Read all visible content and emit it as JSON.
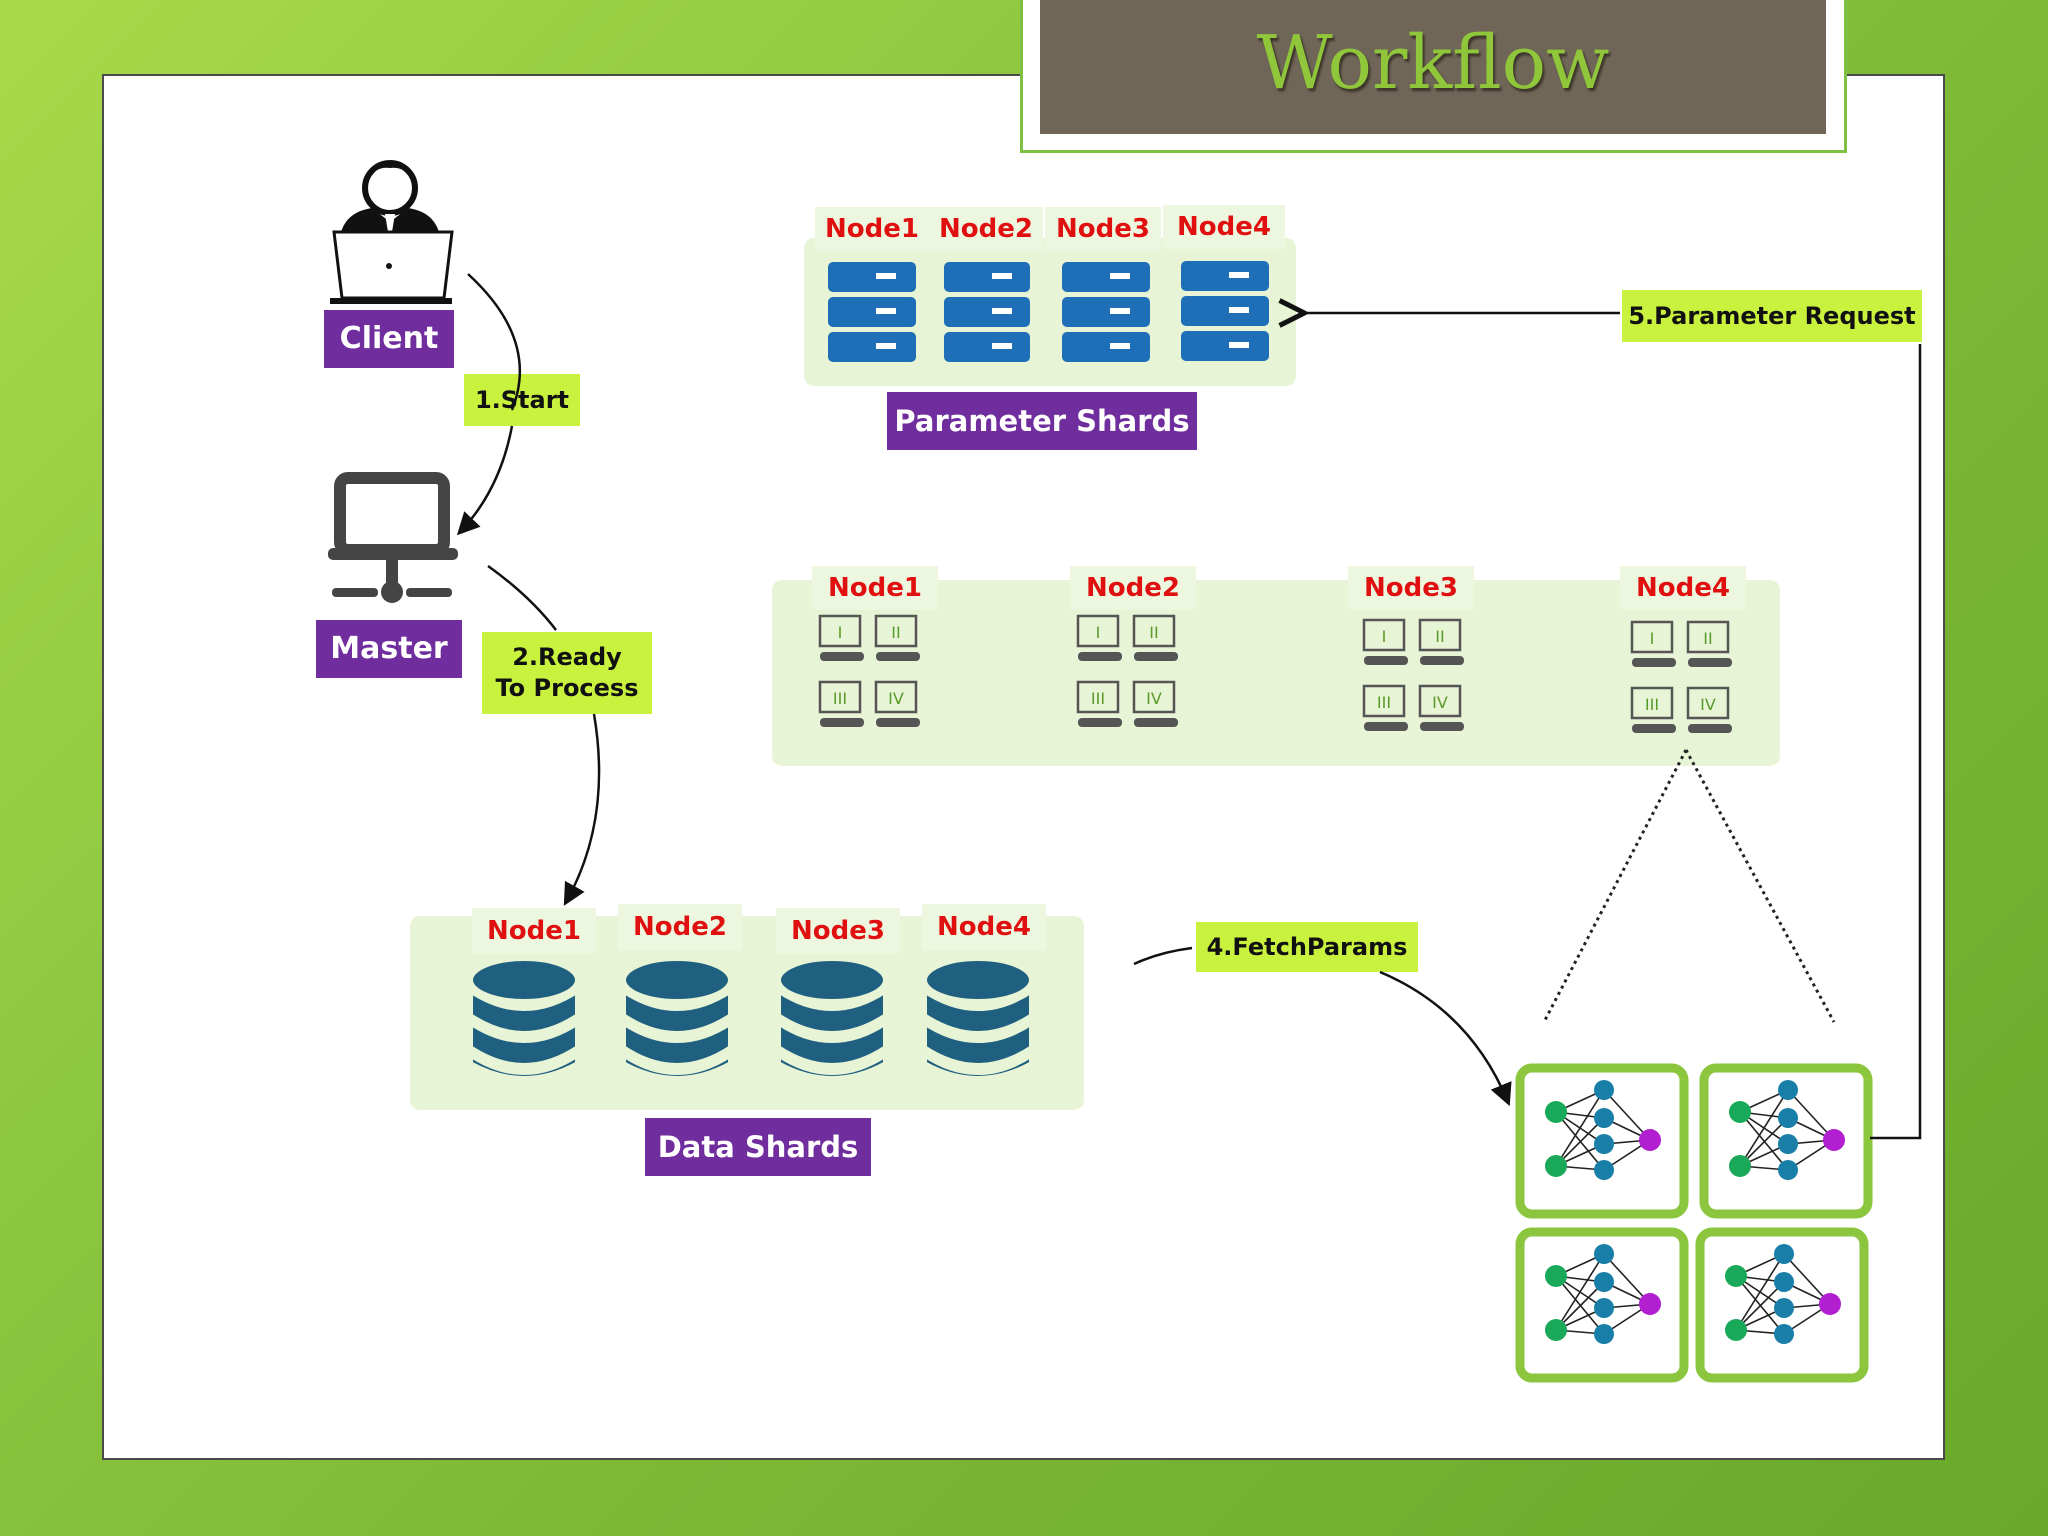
{
  "title": "Workflow",
  "labels": {
    "client": "Client",
    "master": "Master",
    "parameter_shards": "Parameter Shards",
    "data_shards": "Data Shards"
  },
  "steps": {
    "start": "1.Start",
    "ready_line1": "2.Ready",
    "ready_line2": "To Process",
    "fetch": "4.FetchParams",
    "request": "5.Parameter Request"
  },
  "param_nodes": [
    "Node1",
    "Node2",
    "Node3",
    "Node4"
  ],
  "worker_nodes": [
    "Node1",
    "Node2",
    "Node3",
    "Node4"
  ],
  "data_nodes": [
    "Node1",
    "Node2",
    "Node3",
    "Node4"
  ],
  "shard_numerals": [
    "I",
    "II",
    "III",
    "IV"
  ],
  "colors": {
    "purple": "#6f2d9e",
    "green_label": "#c9f23e",
    "node_red": "#e01010",
    "server_blue": "#1f6fb8",
    "db_teal": "#1f5f7f"
  }
}
